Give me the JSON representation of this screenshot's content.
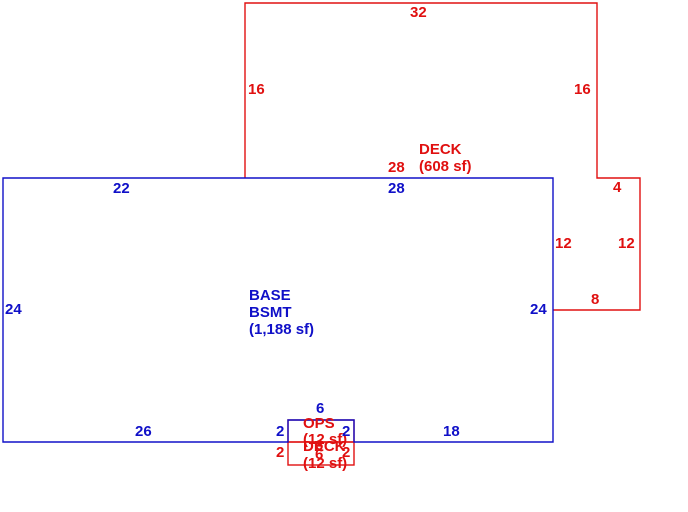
{
  "colors": {
    "base": "#1010c8",
    "addition": "#e01010"
  },
  "areas": {
    "base": {
      "line1": "BASE",
      "line2": "BSMT",
      "line3": "(1,188 sf)"
    },
    "deck_main": {
      "line1": "DECK",
      "line2": "(608 sf)"
    },
    "ops": {
      "line1": "OPS",
      "line2": "(12 sf)"
    },
    "deck_small": {
      "line1": "DECK",
      "line2": "(12 sf)"
    }
  },
  "dimensions": {
    "base_top_left": "22",
    "base_top_right": "28",
    "base_left": "24",
    "base_right": "24",
    "base_bottom_left": "26",
    "base_bottom_right": "18",
    "deck_top": "32",
    "deck_left": "16",
    "deck_right": "16",
    "deck_bottom": "28",
    "deck_step_top": "4",
    "deck_step_right": "12",
    "deck_step_inner": "12",
    "deck_step_bottom": "8",
    "ops_top": "6",
    "ops_left": "2",
    "ops_right": "2",
    "ops_bottom": "6",
    "small_deck_left": "2",
    "small_deck_right": "2",
    "small_deck_bottom": "6"
  }
}
